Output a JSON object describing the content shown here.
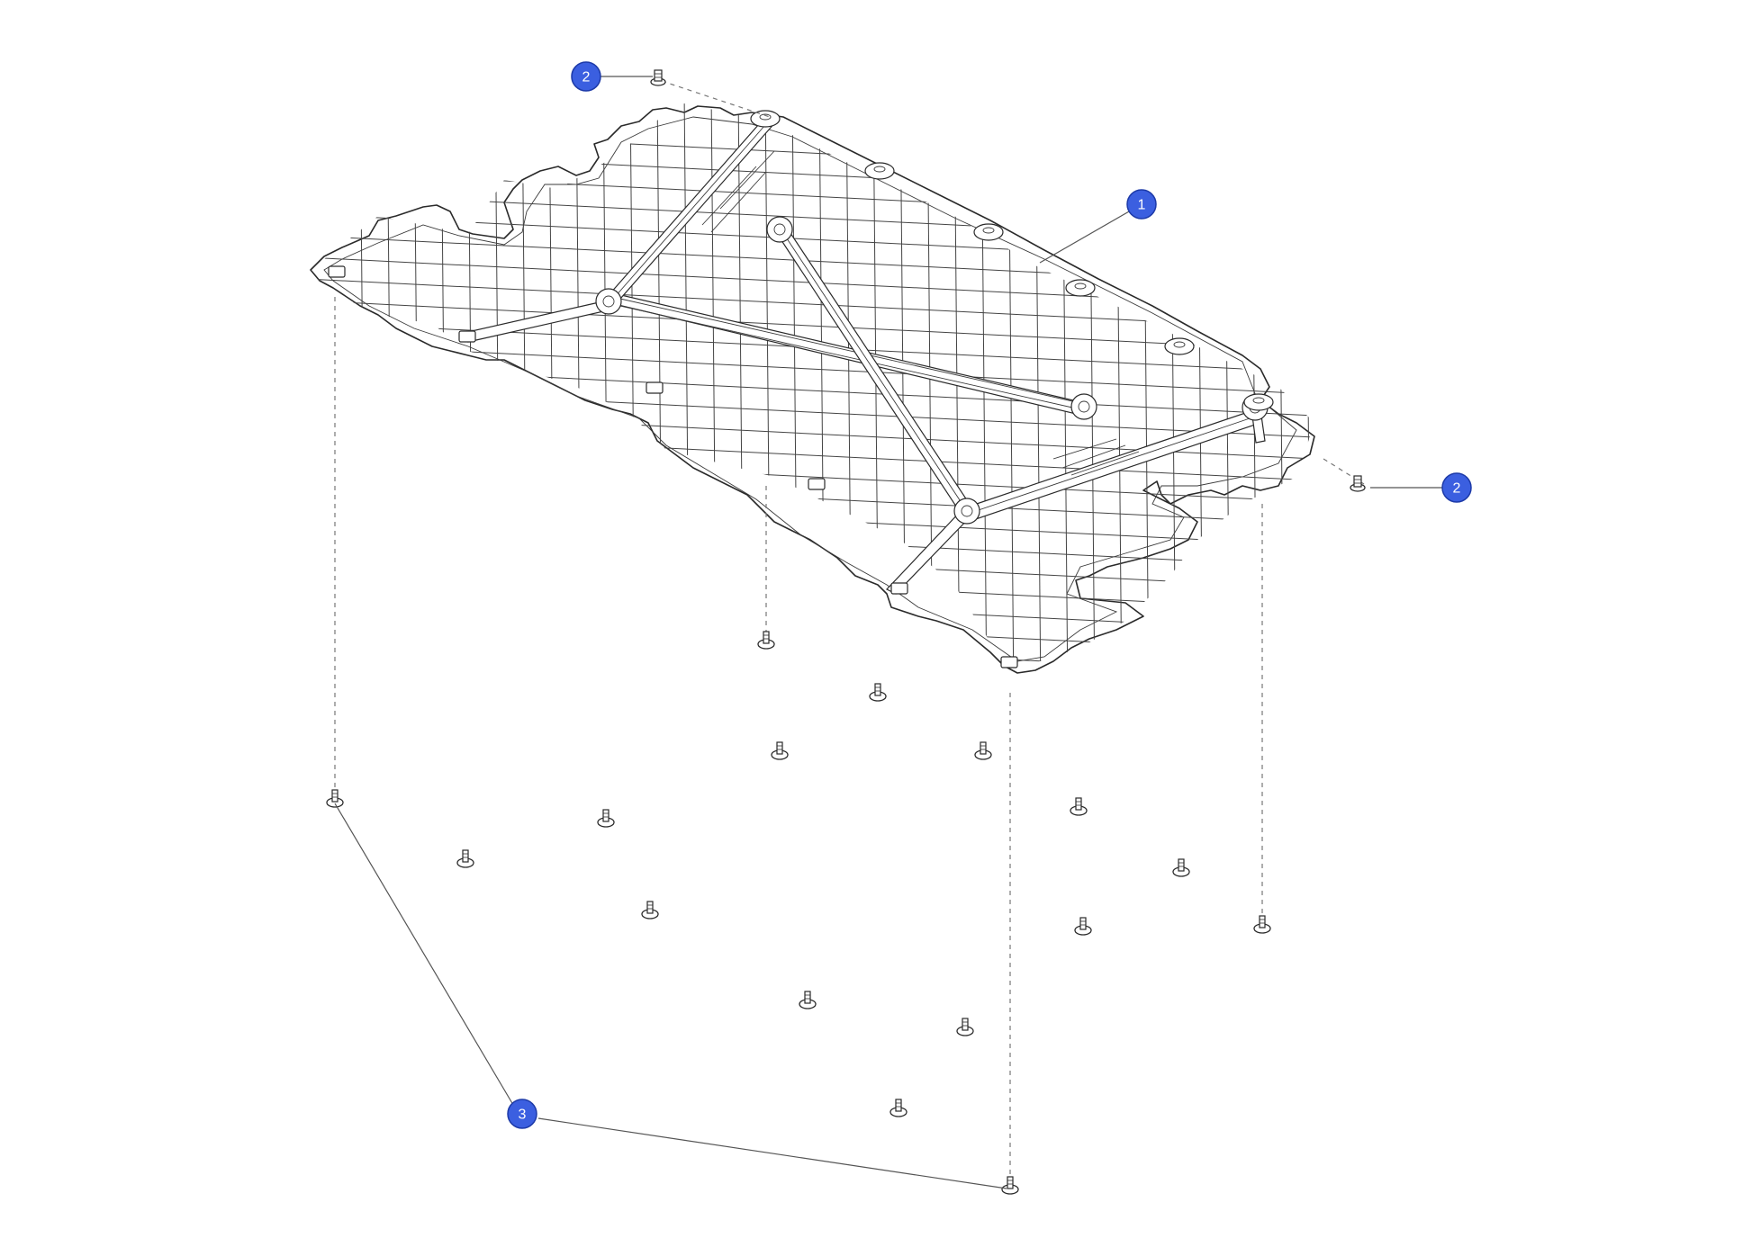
{
  "callouts": [
    {
      "id": "callout-1",
      "label": "1"
    },
    {
      "id": "callout-2a",
      "label": "2"
    },
    {
      "id": "callout-2b",
      "label": "2"
    },
    {
      "id": "callout-3",
      "label": "3"
    }
  ],
  "colors": {
    "callout_fill": "#3b5fe0",
    "callout_stroke": "#1d3aa8",
    "line": "#2a2a2a",
    "background": "#ffffff"
  }
}
